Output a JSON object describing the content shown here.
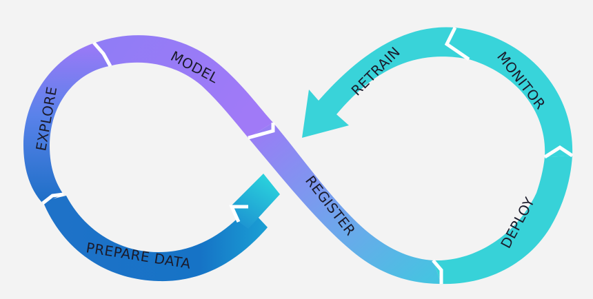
{
  "stages": {
    "explore": "EXPLORE",
    "model": "MODEL",
    "register": "REGISTER",
    "deploy": "DEPLOY",
    "monitor": "MONITOR",
    "retrain": "RETRAIN",
    "prepare_data": "PREPARE DATA"
  },
  "colors": {
    "background": "#f3f3f3",
    "teal": "#38d3d9",
    "purple": "#9a78f6",
    "blue": "#1f74c9",
    "indigo": "#7a74f0",
    "label": "#1b1b2b"
  }
}
